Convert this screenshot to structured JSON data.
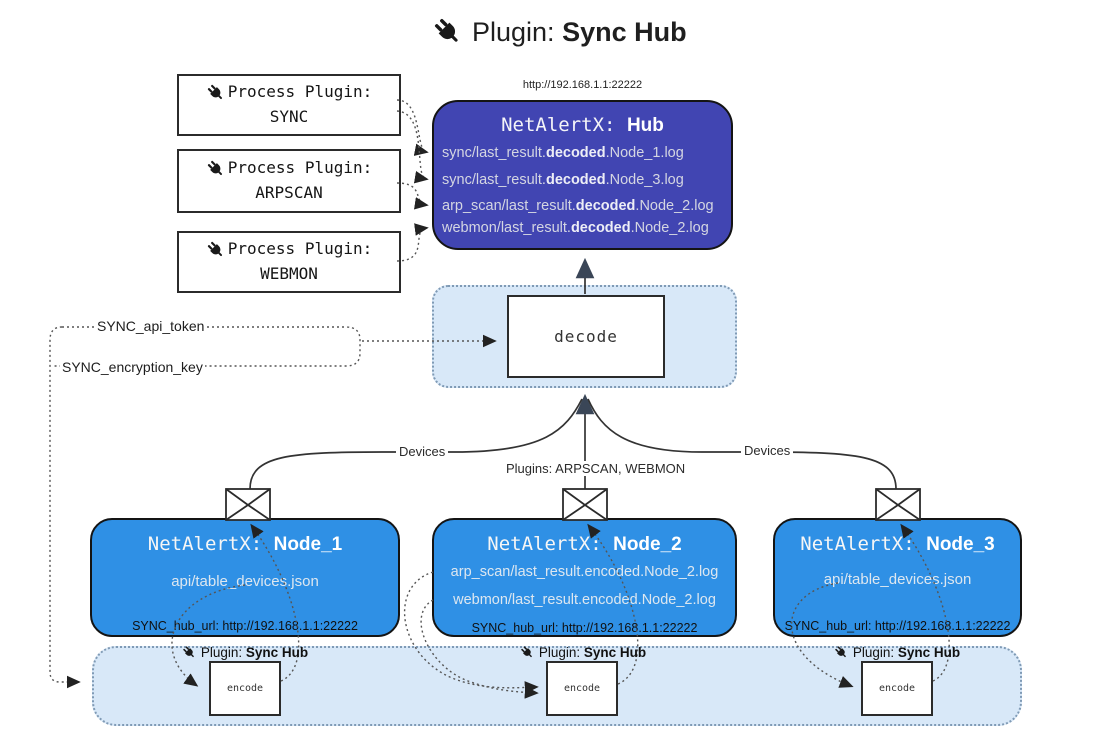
{
  "title": {
    "prefix": "Plugin:",
    "bold": "Sync Hub"
  },
  "hub": {
    "url_label": "http://192.168.1.1:22222",
    "name_prefix": "NetAlertX:",
    "name_bold": "Hub",
    "logs": [
      {
        "pre": "sync/last_result.",
        "bold": "decoded",
        "post": ".Node_1.log"
      },
      {
        "pre": "sync/last_result.",
        "bold": "decoded",
        "post": ".Node_3.log"
      },
      {
        "pre": "arp_scan/last_result.",
        "bold": "decoded",
        "post": ".Node_2.log"
      },
      {
        "pre": "webmon/last_result.",
        "bold": "decoded",
        "post": ".Node_2.log"
      }
    ]
  },
  "process_plugins": [
    {
      "label": "Process Plugin:",
      "name": "SYNC"
    },
    {
      "label": "Process Plugin:",
      "name": "ARPSCAN"
    },
    {
      "label": "Process Plugin:",
      "name": "WEBMON"
    }
  ],
  "decode": {
    "label": "decode"
  },
  "keys": {
    "api_token": "SYNC_api_token",
    "encryption_key": "SYNC_encryption_key"
  },
  "edges": {
    "devices_left": "Devices",
    "devices_right": "Devices",
    "plugins_mid": "Plugins: ARPSCAN, WEBMON"
  },
  "nodes": [
    {
      "name_prefix": "NetAlertX:",
      "name_bold": "Node_1",
      "line1": "api/table_devices.json",
      "hub_url": "SYNC_hub_url: http://192.168.1.1:22222"
    },
    {
      "name_prefix": "NetAlertX:",
      "name_bold": "Node_2",
      "line1": "arp_scan/last_result.encoded.Node_2.log",
      "line2": "webmon/last_result.encoded.Node_2.log",
      "hub_url": "SYNC_hub_url: http://192.168.1.1:22222"
    },
    {
      "name_prefix": "NetAlertX:",
      "name_bold": "Node_3",
      "line1": "api/table_devices.json",
      "hub_url": "SYNC_hub_url: http://192.168.1.1:22222"
    }
  ],
  "encoders": [
    {
      "plugin_prefix": "Plugin:",
      "plugin_bold": "Sync Hub",
      "label": "encode"
    },
    {
      "plugin_prefix": "Plugin:",
      "plugin_bold": "Sync Hub",
      "label": "encode"
    },
    {
      "plugin_prefix": "Plugin:",
      "plugin_bold": "Sync Hub",
      "label": "encode"
    }
  ],
  "icons": {
    "plug": "plug-icon",
    "envelope": "envelope-icon"
  },
  "colors": {
    "hub_fill": "#4145b2",
    "node_fill": "#2f90e5",
    "band_fill": "#d8e8f8",
    "band_border": "#7f9ab5",
    "line": "#333333",
    "arrowhead_dark": "#3a4657"
  }
}
